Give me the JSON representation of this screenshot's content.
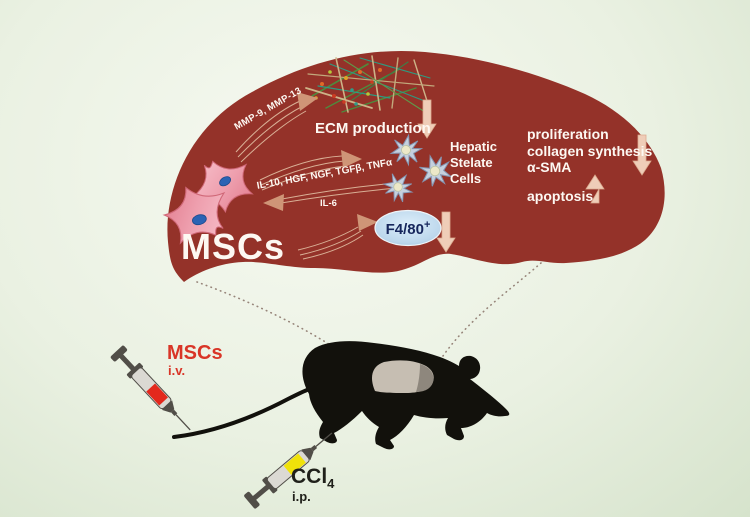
{
  "colors": {
    "background_top": "#f6f9f1",
    "background_bottom": "#d6e3cc",
    "liver": "#943229",
    "arrow_block": "#efcdb8",
    "arrow_line": "#d9b096",
    "text_light": "#fdf8f2",
    "msc_cell_pink": "#ee9fae",
    "nucleus_blue": "#2b63b4",
    "stellate_cell": "#c5d0de",
    "f480_fill": "#bcd7ec",
    "f480_text": "#16265c",
    "mouse_black": "#12110c",
    "mouse_liver_gray": "#c6beb2",
    "dotted_line": "#97857a",
    "injection_msc_red": "#d93527",
    "ccl4_yellow": "#f0e20a"
  },
  "liver_panel": {
    "msc_cells_label": "MSCs",
    "mmp_arrow_label": "MMP-9, MMP-13",
    "ecm_label": "ECM production",
    "cytokine_arrow_label": "IL-10, HGF, NGF, TGFβ, TNFα",
    "il6_arrow_label": "IL-6",
    "macrophage_marker": {
      "base": "F4/80",
      "sup": "+"
    },
    "stellate_label_lines": [
      "Hepatic",
      "Stelate",
      "Cells"
    ],
    "decreased_effects_lines": [
      "proliferation",
      "collagen synthesis",
      "α-SMA"
    ],
    "increased_effect": "apoptosis"
  },
  "mouse_panel": {
    "msc_injection": {
      "label": "MSCs",
      "route": "i.v."
    },
    "ccl4_injection": {
      "label_base": "CCl",
      "label_sub": "4",
      "route": "i.p."
    }
  }
}
